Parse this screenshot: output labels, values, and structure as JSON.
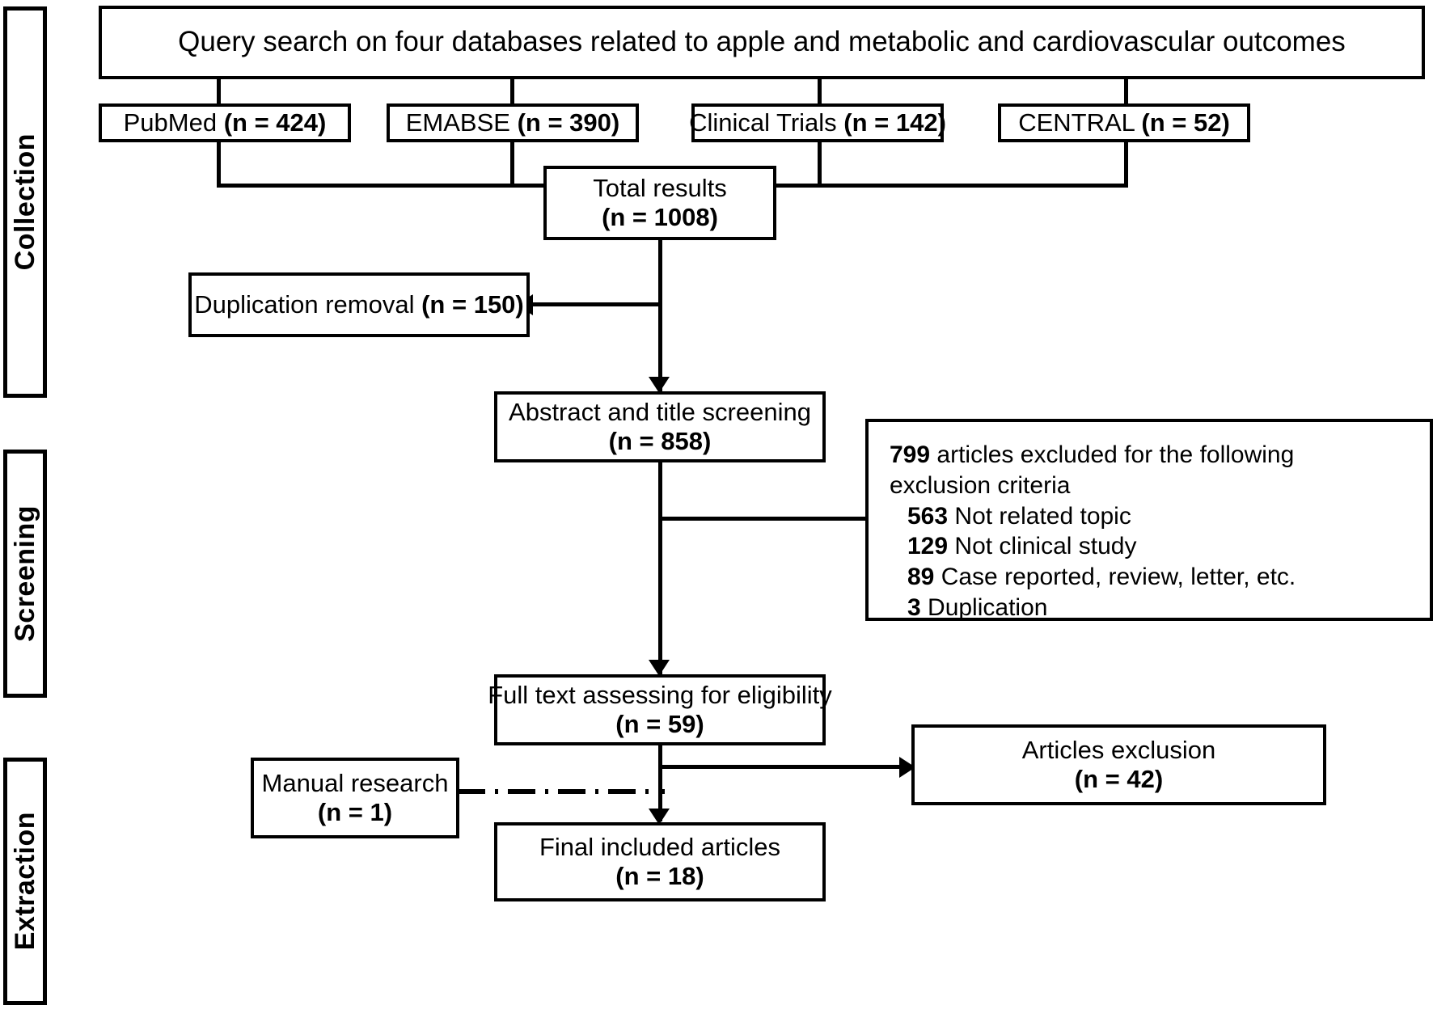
{
  "diagram": {
    "title": "PRISMA flow diagram for study selection",
    "type": "flowchart"
  },
  "stages": [
    {
      "label": "Collection"
    },
    {
      "label": "Screening"
    },
    {
      "label": "Extraction"
    }
  ],
  "nodes": {
    "query": {
      "text": "Query search on four databases related to apple and metabolic and cardiovascular outcomes"
    },
    "databases": [
      {
        "name": "PubMed",
        "count_label": "(n = 424)",
        "count": 424
      },
      {
        "name": "EMABSE",
        "count_label": "(n = 390)",
        "count": 390
      },
      {
        "name": "Clinical Trials",
        "count_label": "(n = 142)",
        "count": 142
      },
      {
        "name": "CENTRAL",
        "count_label": "(n = 52)",
        "count": 52
      }
    ],
    "total_results": {
      "label": "Total results",
      "count_label": "(n = 1008)",
      "count": 1008
    },
    "duplication_removal": {
      "label": "Duplication removal",
      "count_label": "(n = 150)",
      "count": 150
    },
    "abstract_title_screening": {
      "label": "Abstract and title screening",
      "count_label": "(n = 858)",
      "count": 858
    },
    "exclusion_criteria": {
      "headline_count": "799",
      "headline_text": " articles excluded for the following exclusion criteria",
      "items": [
        {
          "count": "563",
          "reason": " Not related topic"
        },
        {
          "count": "129",
          "reason": " Not clinical study"
        },
        {
          "count": "89",
          "reason": " Case reported, review, letter, etc."
        },
        {
          "count": "3",
          "reason": " Duplication"
        }
      ]
    },
    "full_text_eligibility": {
      "label": "Full text assessing for eligibility",
      "count_label": "(n = 59)",
      "count": 59
    },
    "manual_research": {
      "label": "Manual research",
      "count_label": "(n = 1)",
      "count": 1
    },
    "articles_exclusion": {
      "label": "Articles exclusion",
      "count_label": "(n = 42)",
      "count": 42
    },
    "final_included": {
      "label": "Final included articles",
      "count_label": "(n = 18)",
      "count": 18
    }
  },
  "colors": {
    "stroke": "#000000",
    "background": "#ffffff",
    "text": "#000000"
  }
}
